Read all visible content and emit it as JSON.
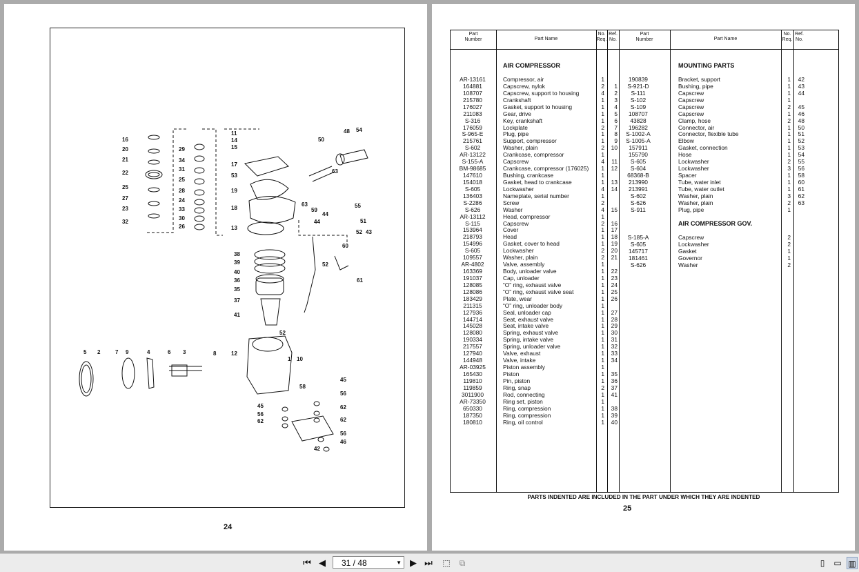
{
  "left_page": {
    "page_number": "24",
    "callouts": [
      {
        "n": "16"
      },
      {
        "n": "20"
      },
      {
        "n": "21"
      },
      {
        "n": "22"
      },
      {
        "n": "25"
      },
      {
        "n": "27"
      },
      {
        "n": "23"
      },
      {
        "n": "32"
      },
      {
        "n": "29"
      },
      {
        "n": "34"
      },
      {
        "n": "31"
      },
      {
        "n": "25"
      },
      {
        "n": "28"
      },
      {
        "n": "24"
      },
      {
        "n": "33"
      },
      {
        "n": "30"
      },
      {
        "n": "26"
      },
      {
        "n": "11"
      },
      {
        "n": "14"
      },
      {
        "n": "15"
      },
      {
        "n": "17"
      },
      {
        "n": "53"
      },
      {
        "n": "19"
      },
      {
        "n": "18"
      },
      {
        "n": "13"
      },
      {
        "n": "50"
      },
      {
        "n": "48"
      },
      {
        "n": "54"
      },
      {
        "n": "63"
      },
      {
        "n": "55"
      },
      {
        "n": "63"
      },
      {
        "n": "59"
      },
      {
        "n": "44"
      },
      {
        "n": "44"
      },
      {
        "n": "51"
      },
      {
        "n": "52"
      },
      {
        "n": "43"
      },
      {
        "n": "60"
      },
      {
        "n": "52"
      },
      {
        "n": "61"
      },
      {
        "n": "38"
      },
      {
        "n": "39"
      },
      {
        "n": "40"
      },
      {
        "n": "36"
      },
      {
        "n": "35"
      },
      {
        "n": "37"
      },
      {
        "n": "41"
      },
      {
        "n": "52"
      },
      {
        "n": "12"
      },
      {
        "n": "1"
      },
      {
        "n": "10"
      },
      {
        "n": "5"
      },
      {
        "n": "2"
      },
      {
        "n": "7"
      },
      {
        "n": "9"
      },
      {
        "n": "4"
      },
      {
        "n": "6"
      },
      {
        "n": "3"
      },
      {
        "n": "8"
      },
      {
        "n": "58"
      },
      {
        "n": "45"
      },
      {
        "n": "45"
      },
      {
        "n": "56"
      },
      {
        "n": "62"
      },
      {
        "n": "56"
      },
      {
        "n": "62"
      },
      {
        "n": "62"
      },
      {
        "n": "56"
      },
      {
        "n": "46"
      },
      {
        "n": "42"
      }
    ]
  },
  "right_page": {
    "page_number": "25",
    "headers": {
      "part_number": "Part\nNumber",
      "part_name": "Part Name",
      "no_req": "No.\nReq.",
      "ref_no": "Ref.\nNo."
    },
    "left_section_title": "AIR COMPRESSOR",
    "left_rows": [
      [
        "AR-13161",
        "Compressor, air",
        "1",
        ""
      ],
      [
        "164881",
        "Capscrew, nylok",
        "2",
        "1"
      ],
      [
        "108707",
        "Capscrew, support to housing",
        "4",
        "2"
      ],
      [
        "215780",
        "Crankshaft",
        "1",
        "3"
      ],
      [
        "176027",
        "Gasket, support to housing",
        "1",
        "4"
      ],
      [
        "211083",
        "Gear, drive",
        "1",
        "5"
      ],
      [
        "S-316",
        "Key, crankshaft",
        "1",
        "6"
      ],
      [
        "176059",
        "Lockplate",
        "2",
        "7"
      ],
      [
        "S-965-E",
        "Plug, pipe",
        "1",
        "8"
      ],
      [
        "215761",
        "Support, compressor",
        "1",
        "9"
      ],
      [
        "S-602",
        "Washer, plain",
        "2",
        "10"
      ],
      [
        "AR-13122",
        "Crankcase, compressor",
        "1",
        ""
      ],
      [
        "S-155-A",
        "Capscrew",
        "4",
        "11"
      ],
      [
        "BM-98685",
        "Crankcase, compressor (176025)",
        "1",
        "12"
      ],
      [
        "147610",
        "Bushing, crankcase",
        "1",
        ""
      ],
      [
        "154018",
        "Gasket, head to crankcase",
        "1",
        "13"
      ],
      [
        "S-605",
        "Lockwasher",
        "4",
        "14"
      ],
      [
        "136403",
        "Nameplate, serial number",
        "1",
        ""
      ],
      [
        "S-2286",
        "Screw",
        "2",
        ""
      ],
      [
        "S-626",
        "Washer",
        "4",
        "15"
      ],
      [
        "AR-13112",
        "Head, compressor",
        "1",
        ""
      ],
      [
        "S-115",
        "Capscrew",
        "2",
        "16"
      ],
      [
        "153964",
        "Cover",
        "1",
        "17"
      ],
      [
        "218793",
        "Head",
        "1",
        "18"
      ],
      [
        "154996",
        "Gasket, cover to head",
        "1",
        "19"
      ],
      [
        "S-605",
        "Lockwasher",
        "2",
        "20"
      ],
      [
        "109557",
        "Washer, plain",
        "2",
        "21"
      ],
      [
        "AR-4802",
        "Valve, assembly",
        "1",
        ""
      ],
      [
        "163369",
        "Body, unloader valve",
        "1",
        "22"
      ],
      [
        "191037",
        "Cap, unloader",
        "1",
        "23"
      ],
      [
        "128085",
        "“O” ring, exhaust valve",
        "1",
        "24"
      ],
      [
        "128086",
        "“O” ring, exhaust valve seat",
        "1",
        "25"
      ],
      [
        "183429",
        "Plate, wear",
        "1",
        "26"
      ],
      [
        "211315",
        "“O” ring, unloader body",
        "1",
        ""
      ],
      [
        "127936",
        "Seal, unloader cap",
        "1",
        "27"
      ],
      [
        "144714",
        "Seat, exhaust valve",
        "1",
        "28"
      ],
      [
        "145028",
        "Seat, intake valve",
        "1",
        "29"
      ],
      [
        "128080",
        "Spring, exhaust valve",
        "1",
        "30"
      ],
      [
        "190334",
        "Spring, intake valve",
        "1",
        "31"
      ],
      [
        "217557",
        "Spring, unloader valve",
        "1",
        "32"
      ],
      [
        "127940",
        "Valve, exhaust",
        "1",
        "33"
      ],
      [
        "144948",
        "Valve, intake",
        "1",
        "34"
      ],
      [
        "AR-03925",
        "Piston assembly",
        "1",
        ""
      ],
      [
        "165430",
        "Piston",
        "1",
        "35"
      ],
      [
        "119810",
        "Pin, piston",
        "1",
        "36"
      ],
      [
        "119859",
        "Ring, snap",
        "2",
        "37"
      ],
      [
        "3011900",
        "Rod, connecting",
        "1",
        "41"
      ],
      [
        "AR-73350",
        "Ring set, piston",
        "1",
        ""
      ],
      [
        "650330",
        "Ring, compression",
        "1",
        "38"
      ],
      [
        "187350",
        "Ring, compression",
        "1",
        "39"
      ],
      [
        "180810",
        "Ring, oil control",
        "1",
        "40"
      ]
    ],
    "right_section1_title": "MOUNTING PARTS",
    "right_rows1": [
      [
        "190839",
        "Bracket, support",
        "1",
        "42"
      ],
      [
        "S-921-D",
        "Bushing, pipe",
        "1",
        "43"
      ],
      [
        "S-111",
        "Capscrew",
        "1",
        "44"
      ],
      [
        "S-102",
        "Capscrew",
        "1",
        ""
      ],
      [
        "S-109",
        "Capscrew",
        "2",
        "45"
      ],
      [
        "108707",
        "Capscrew",
        "1",
        "46"
      ],
      [
        "43828",
        "Clamp, hose",
        "2",
        "48"
      ],
      [
        "196282",
        "Connector, air",
        "1",
        "50"
      ],
      [
        "S-1002-A",
        "Connector, flexible tube",
        "1",
        "51"
      ],
      [
        "S-1005-A",
        "Elbow",
        "1",
        "52"
      ],
      [
        "157911",
        "Gasket, connection",
        "1",
        "53"
      ],
      [
        "155790",
        "Hose",
        "1",
        "54"
      ],
      [
        "S-605",
        "Lockwasher",
        "2",
        "55"
      ],
      [
        "S-604",
        "Lockwasher",
        "3",
        "56"
      ],
      [
        "68368-B",
        "Spacer",
        "1",
        "58"
      ],
      [
        "213990",
        "Tube, water inlet",
        "1",
        "60"
      ],
      [
        "213991",
        "Tube, water outlet",
        "1",
        "61"
      ],
      [
        "S-602",
        "Washer, plain",
        "3",
        "62"
      ],
      [
        "S-626",
        "Washer, plain",
        "2",
        "63"
      ],
      [
        "S-911",
        "Plug, pipe",
        "1",
        ""
      ]
    ],
    "right_section2_title": "AIR COMPRESSOR GOV.",
    "right_rows2": [
      [
        "S-185-A",
        "Capscrew",
        "2",
        ""
      ],
      [
        "S-605",
        "Lockwasher",
        "2",
        ""
      ],
      [
        "145717",
        "Gasket",
        "1",
        ""
      ],
      [
        "181461",
        "Governor",
        "1",
        ""
      ],
      [
        "S-626",
        "Washer",
        "2",
        ""
      ]
    ],
    "footer_note": "PARTS INDENTED ARE INCLUDED IN THE PART UNDER WHICH THEY ARE INDENTED"
  },
  "toolbar": {
    "page_indicator": "31 / 48",
    "icons": [
      "first-page-icon",
      "prev-page-icon",
      "next-page-icon",
      "last-page-icon",
      "fit-page-icon",
      "fit-width-icon",
      "single-page-icon",
      "continuous-icon",
      "facing-icon"
    ]
  }
}
